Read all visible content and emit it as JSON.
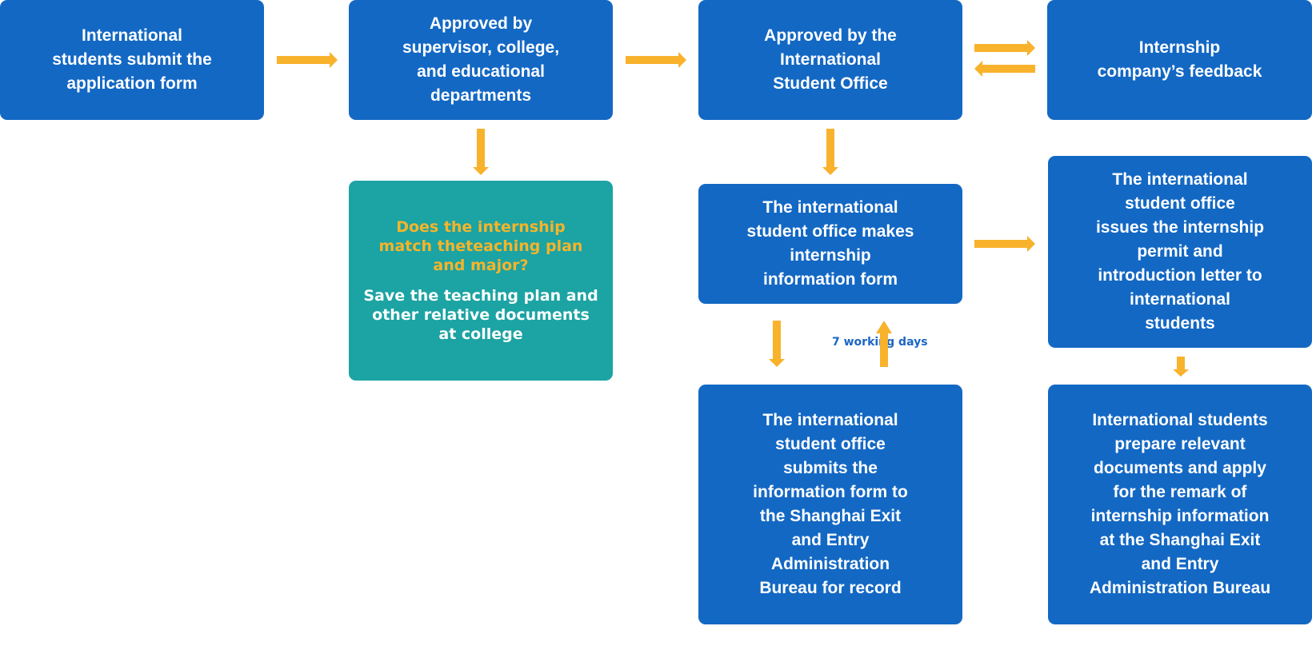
{
  "colors": {
    "box_blue": "#1368c4",
    "box_teal": "#1ca3a3",
    "arrow": "#f8b22c",
    "question_text": "#f5b42a",
    "label_text": "#1a66c2"
  },
  "steps": {
    "submit": "International\nstudents submit the\napplication form",
    "approved_supervisor": "Approved by\nsupervisor, college,\nand educational\ndepartments",
    "approved_iso": "Approved by the\nInternational\nStudent Office",
    "company_feedback": "Internship\ncompany’s feedback",
    "makes_form": "The international\nstudent office makes\ninternship\ninformation form",
    "issues_permit": "The international\nstudent office\nissues the internship\npermit and\nintroduction letter to\ninternational\nstudents",
    "submits_form": "The international\nstudent office\nsubmits the\ninformation form to\nthe Shanghai Exit\nand Entry\nAdministration\nBureau for record",
    "prepare_docs": "International students\nprepare relevant\ndocuments and apply\nfor the remark of\ninternship information\nat the Shanghai Exit\nand Entry\nAdministration Bureau"
  },
  "check": {
    "question": "Does the internship\nmatch theteaching plan\nand major?",
    "note": "Save the teaching plan and\nother relative documents\nat college"
  },
  "labels": {
    "working_days": "7 working days"
  }
}
